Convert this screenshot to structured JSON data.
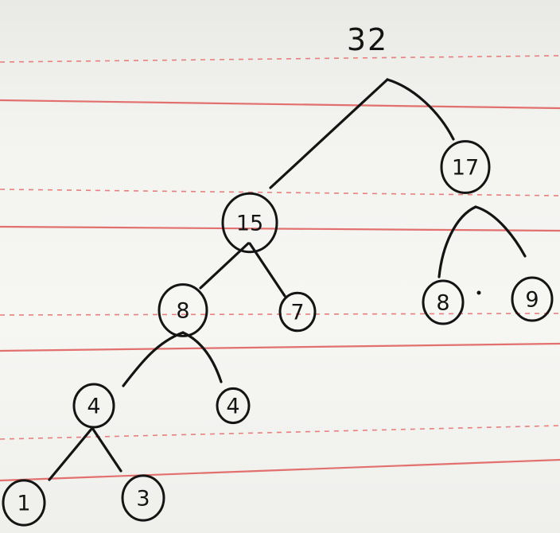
{
  "tree": {
    "root": {
      "value": "32"
    },
    "nodes": [
      {
        "id": "n15",
        "value": "15"
      },
      {
        "id": "n17",
        "value": "17"
      },
      {
        "id": "n8a",
        "value": "8"
      },
      {
        "id": "n7",
        "value": "7"
      },
      {
        "id": "n8b",
        "value": "8"
      },
      {
        "id": "n9",
        "value": "9"
      },
      {
        "id": "n4a",
        "value": "4"
      },
      {
        "id": "n4b",
        "value": "4"
      },
      {
        "id": "n1",
        "value": "1"
      },
      {
        "id": "n3",
        "value": "3"
      }
    ],
    "edges": [
      [
        "root",
        "n15"
      ],
      [
        "root",
        "n17"
      ],
      [
        "n15",
        "n8a"
      ],
      [
        "n15",
        "n7"
      ],
      [
        "n17",
        "n8b"
      ],
      [
        "n17",
        "n9"
      ],
      [
        "n8a",
        "n4a"
      ],
      [
        "n8a",
        "n4b"
      ],
      [
        "n4a",
        "n1"
      ],
      [
        "n4a",
        "n3"
      ]
    ]
  },
  "colors": {
    "ink": "#141414",
    "rule_line": "#e2706e",
    "paper": "#f3f3f0"
  }
}
